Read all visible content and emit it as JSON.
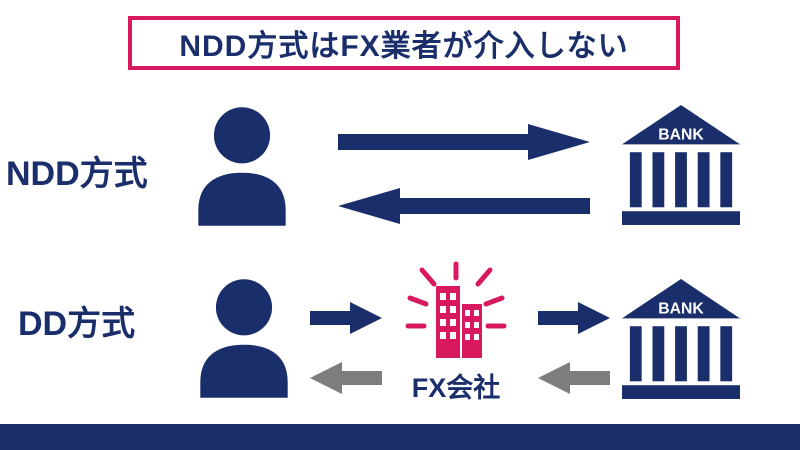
{
  "title": "NDD方式はFX業者が介入しない",
  "colors": {
    "navy": "#1a2e6b",
    "pink": "#d8185f",
    "gray": "#7d7d7d",
    "bg": "#ffffff"
  },
  "ndd_row": {
    "label": "NDD方式",
    "bank_label": "BANK"
  },
  "dd_row": {
    "label": "DD方式",
    "fx_label": "FX会社",
    "bank_label": "BANK"
  }
}
